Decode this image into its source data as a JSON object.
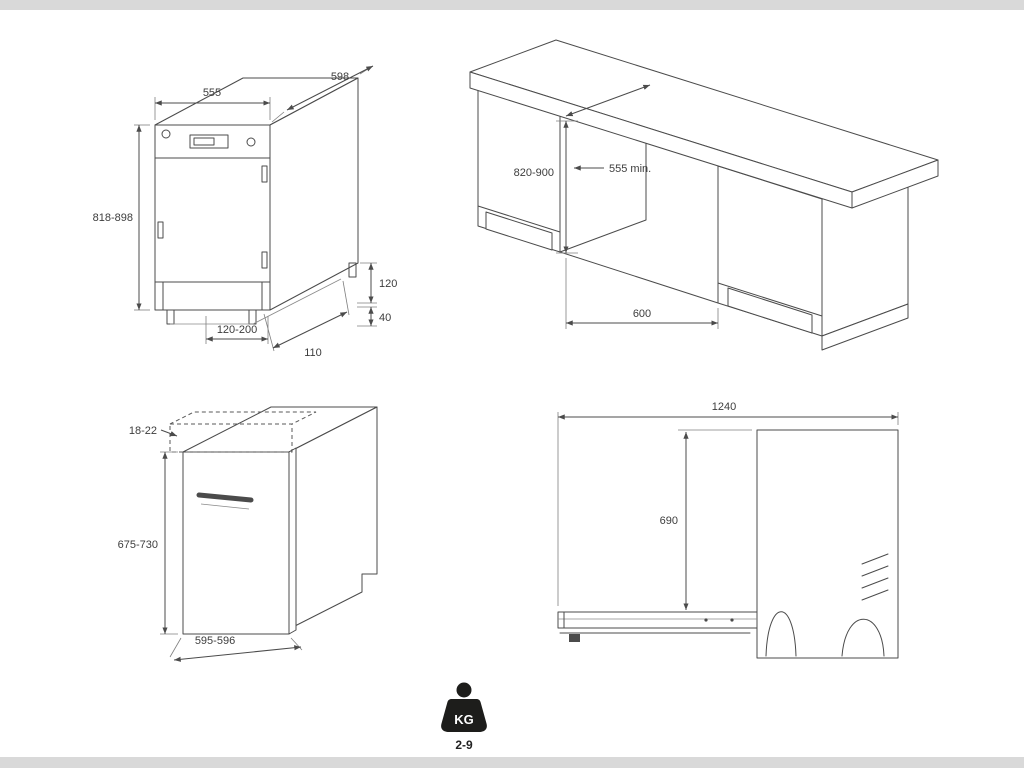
{
  "colors": {
    "line": "#4b4b4b",
    "text": "#3d3d3d",
    "icon_fill": "#1d1d1b",
    "background": "#ffffff",
    "letterbox": "#d9d9d9"
  },
  "diagrams": {
    "appliance_front": {
      "width": "555",
      "depth": "598",
      "height": "818-898",
      "plinth_height": "120",
      "foot_height": "40",
      "plinth_depth": "120-200",
      "base_depth": "110"
    },
    "niche": {
      "height": "820-900",
      "depth": "555 min.",
      "width": "600"
    },
    "door_panel": {
      "thickness": "18-22",
      "height": "675-730",
      "width": "595-596"
    },
    "door_open": {
      "total_depth": "1240",
      "door_clearance": "690"
    },
    "weight": {
      "unit_label": "KG",
      "value": "2-9"
    }
  }
}
